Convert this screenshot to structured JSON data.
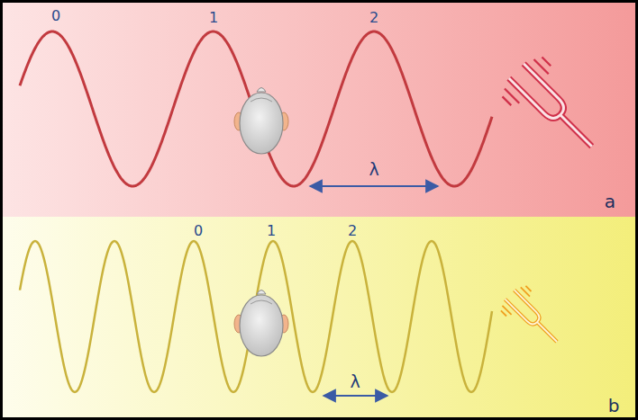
{
  "diagram": {
    "labels": [
      "0",
      "1",
      "2",
      "λ",
      "a",
      "0",
      "1",
      "2",
      "λ",
      "b"
    ]
  }
}
